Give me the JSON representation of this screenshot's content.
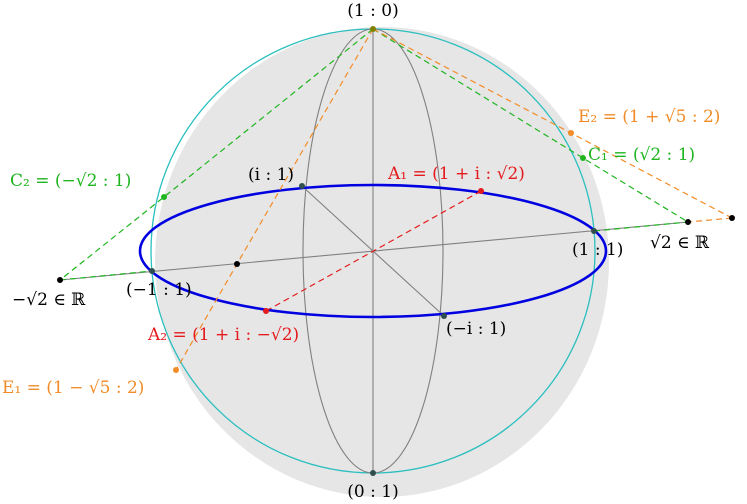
{
  "colors": {
    "sphere_fill": "#e6e6e6",
    "circle": "#2bbfbf",
    "equator": "#0000e0",
    "meridian": "#808080",
    "red": "#e41a1c",
    "green": "#1fb51f",
    "orange": "#f28c28",
    "point": "#000000"
  },
  "labels": {
    "north": "(1 : 0)",
    "south": "(0 : 1)",
    "i_point": "(i : 1)",
    "minus_i_point": "(−i : 1)",
    "one_point": "(1 : 1)",
    "minus_one_point": "(−1 : 1)",
    "a1": "A₁ = (1 + i : √2)",
    "a2": "A₂ = (1 + i : −√2)",
    "c1": "C₁ = (√2 : 1)",
    "c2": "C₂ = (−√2 : 1)",
    "e1": "E₁ = (1 − √5 : 2)",
    "e2": "E₂ = (1 + √5 : 2)",
    "sqrt2_real": "√2 ∈ ℝ",
    "minus_sqrt2_real": "−√2 ∈ ℝ"
  }
}
